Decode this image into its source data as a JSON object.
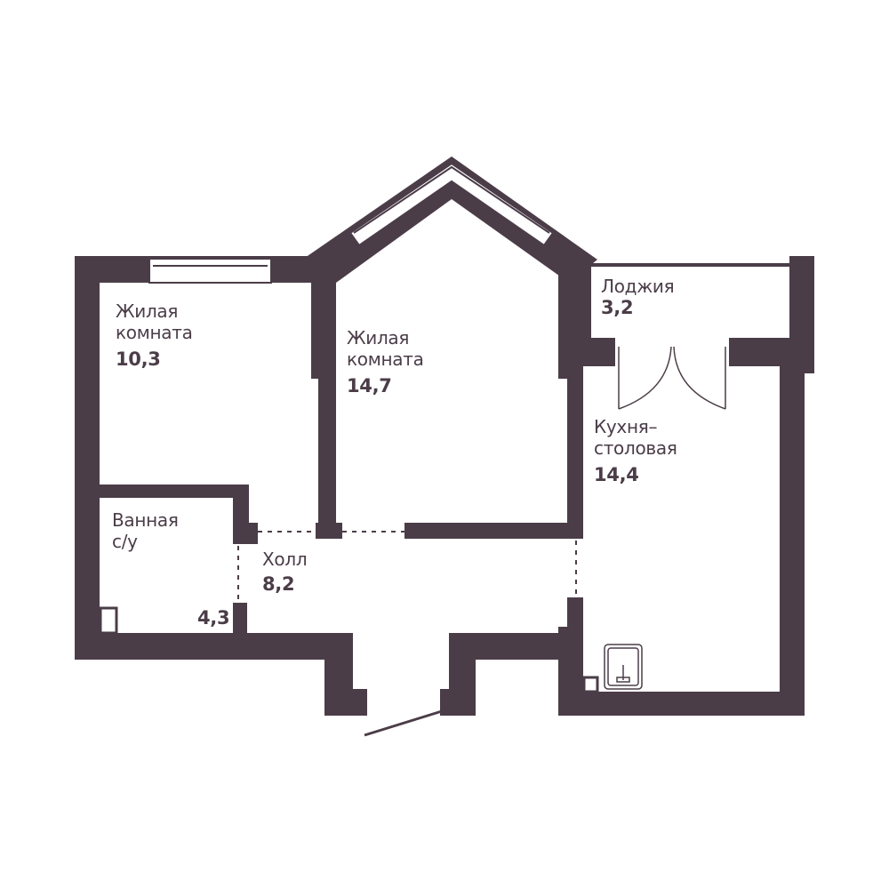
{
  "colors": {
    "wall": "#4b3d48",
    "background": "#ffffff"
  },
  "rooms": [
    {
      "id": "living1",
      "name_line1": "Жилая",
      "name_line2": "комната",
      "area": "10,3"
    },
    {
      "id": "living2",
      "name_line1": "Жилая",
      "name_line2": "комната",
      "area": "14,7"
    },
    {
      "id": "loggia",
      "name_line1": "Лоджия",
      "area": "3,2"
    },
    {
      "id": "kitchen",
      "name_line1": "Кухня–",
      "name_line2": "столовая",
      "area": "14,4"
    },
    {
      "id": "bath",
      "name_line1": "Ванная",
      "name_line2": "с/у",
      "area": "4,3"
    },
    {
      "id": "hall",
      "name_line1": "Холл",
      "area": "8,2"
    }
  ]
}
